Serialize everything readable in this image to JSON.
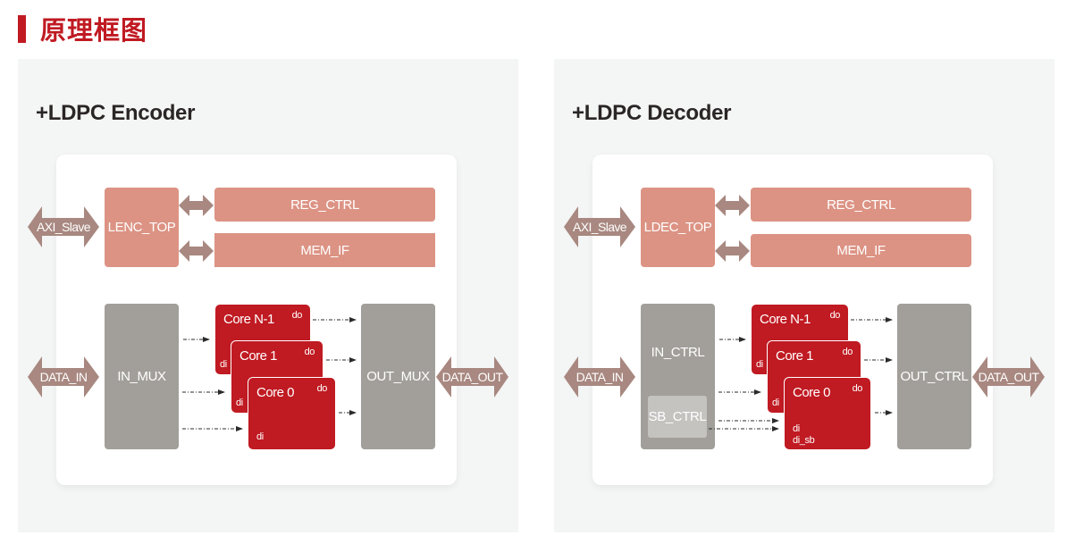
{
  "header": {
    "title": "原理框图"
  },
  "colors": {
    "accent": "#c01a22",
    "top_block": "#dc9384",
    "io_block": "#a29f9a",
    "sub_block": "#c4c3c0",
    "core_block": "#c01a22",
    "bus_arrow": "#a88880",
    "signal_arrow": "#2b2b2b",
    "panel_bg": "#f4f5f5"
  },
  "encoder": {
    "title": "+LDPC Encoder",
    "axi_label": "AXI_Slave",
    "top_label": "LENC_TOP",
    "reg_label": "REG_CTRL",
    "mem_label": "MEM_IF",
    "data_in_label": "DATA_IN",
    "in_label": "IN_MUX",
    "out_label": "OUT_MUX",
    "data_out_label": "DATA_OUT",
    "cores": [
      {
        "name": "Core N-1",
        "do": "do",
        "di": "di"
      },
      {
        "name": "Core 1",
        "do": "do",
        "di": "di"
      },
      {
        "name": "Core 0",
        "do": "do",
        "di": "di"
      }
    ]
  },
  "decoder": {
    "title": "+LDPC Decoder",
    "axi_label": "AXI_Slave",
    "top_label": "LDEC_TOP",
    "reg_label": "REG_CTRL",
    "mem_label": "MEM_IF",
    "data_in_label": "DATA_IN",
    "in_label": "IN_CTRL",
    "sb_label": "SB_CTRL",
    "out_label": "OUT_CTRL",
    "data_out_label": "DATA_OUT",
    "cores": [
      {
        "name": "Core N-1",
        "do": "do",
        "di": "di"
      },
      {
        "name": "Core 1",
        "do": "do",
        "di": "di"
      },
      {
        "name": "Core 0",
        "do": "do",
        "di": "di",
        "di_sb": "di_sb"
      }
    ]
  }
}
